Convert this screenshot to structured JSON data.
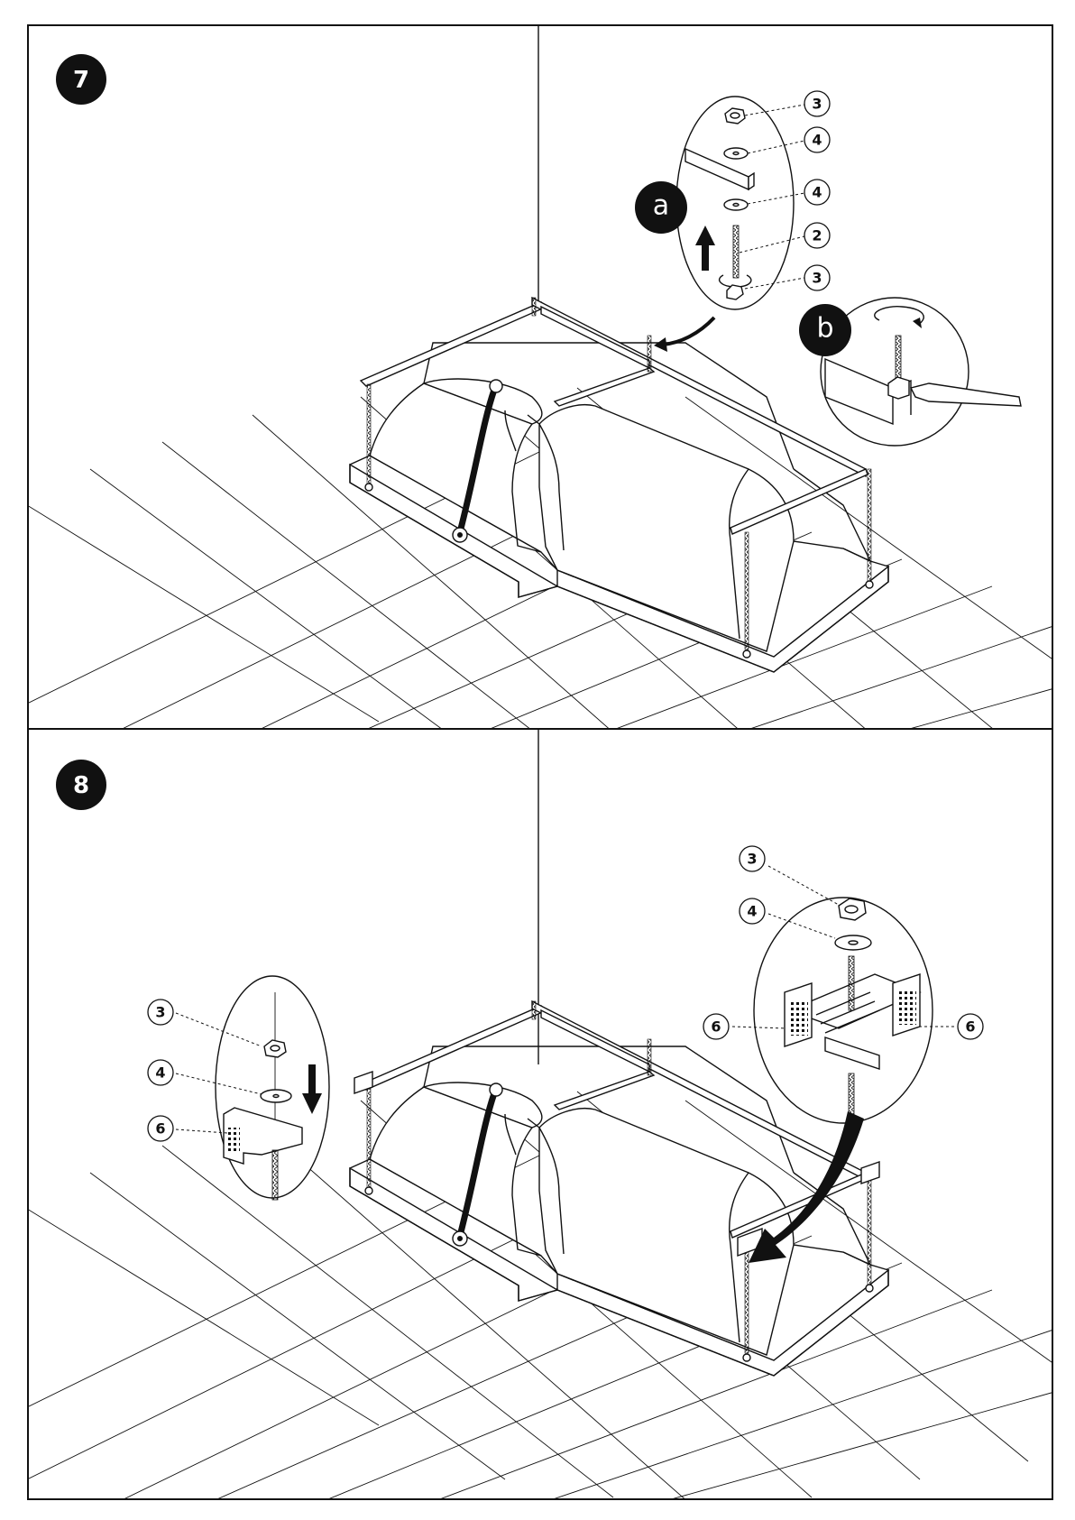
{
  "step7": {
    "number": "7",
    "sub_a": "a",
    "sub_b": "b",
    "callouts": [
      "3",
      "4",
      "4",
      "2",
      "3"
    ]
  },
  "step8": {
    "number": "8",
    "left_callouts": [
      "3",
      "4",
      "6"
    ],
    "right_callouts": [
      "3",
      "4",
      "6",
      "6"
    ]
  },
  "colors": {
    "ink": "#111111",
    "paper": "#ffffff"
  }
}
